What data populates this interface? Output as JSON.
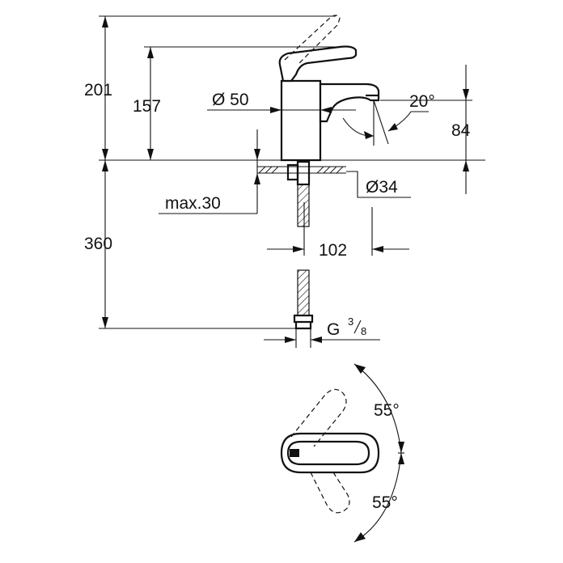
{
  "diagram": {
    "dimensions": {
      "height_overall": "201",
      "height_body": "157",
      "diameter_body": "Ø 50",
      "spout_angle": "20°",
      "spout_height": "84",
      "max_deck": "max.30",
      "diameter_hole": "Ø34",
      "projection": "102",
      "hose_length": "360",
      "thread": "G",
      "thread_num": "3",
      "thread_den": "8",
      "lever_angle_top": "55°",
      "lever_angle_bottom": "55°"
    }
  }
}
